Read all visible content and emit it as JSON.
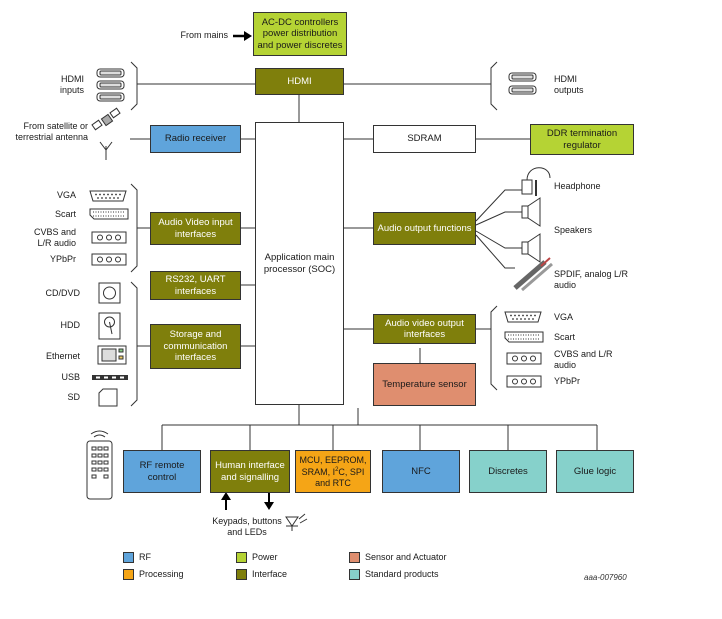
{
  "colors": {
    "rf": "#5fa4db",
    "processing": "#f5a516",
    "power": "#b5d334",
    "interface": "#7f7f0c",
    "sensor": "#df8e6f",
    "standard": "#86d1cb"
  },
  "blocks": {
    "acdc": "AC-DC controllers power distribution and power discretes",
    "hdmi": "HDMI",
    "radio": "Radio receiver",
    "sdram": "SDRAM",
    "ddr": "DDR termination regulator",
    "av_in": "Audio Video input interfaces",
    "soc": "Application main processor (SOC)",
    "audio_out": "Audio output functions",
    "rs232": "RS232, UART interfaces",
    "storage": "Storage and communication interfaces",
    "av_out": "Audio video output interfaces",
    "temp": "Temperature sensor",
    "rf_remote": "RF remote control",
    "hmi": "Human interface and signalling",
    "mcu_a": "MCU, EEPROM,",
    "mcu_b": "SRAM, I",
    "mcu_sup": "2",
    "mcu_c": "C, SPI",
    "mcu_d": "and RTC",
    "nfc": "NFC",
    "discretes": "Discretes",
    "glue": "Glue logic"
  },
  "labels": {
    "from_mains": "From mains",
    "hdmi_inputs": "HDMI inputs",
    "hdmi_outputs": "HDMI outputs",
    "satellite": "From satellite or terrestrial antenna",
    "vga_in": "VGA",
    "scart_in": "Scart",
    "cvbs_in": "CVBS and L/R audio",
    "ypbpr_in": "YPbPr",
    "cddvd": "CD/DVD",
    "hdd": "HDD",
    "ethernet": "Ethernet",
    "usb": "USB",
    "sd": "SD",
    "headphone": "Headphone",
    "speakers": "Speakers",
    "spdif": "SPDIF, analog L/R audio",
    "vga_out": "VGA",
    "scart_out": "Scart",
    "cvbs_out": "CVBS and L/R audio",
    "ypbpr_out": "YPbPr",
    "keypads": "Keypads, buttons and LEDs"
  },
  "legend": {
    "rf": "RF",
    "power": "Power",
    "sensor": "Sensor and Actuator",
    "processing": "Processing",
    "interface": "Interface",
    "standard": "Standard products"
  },
  "ref": "aaa-007960"
}
